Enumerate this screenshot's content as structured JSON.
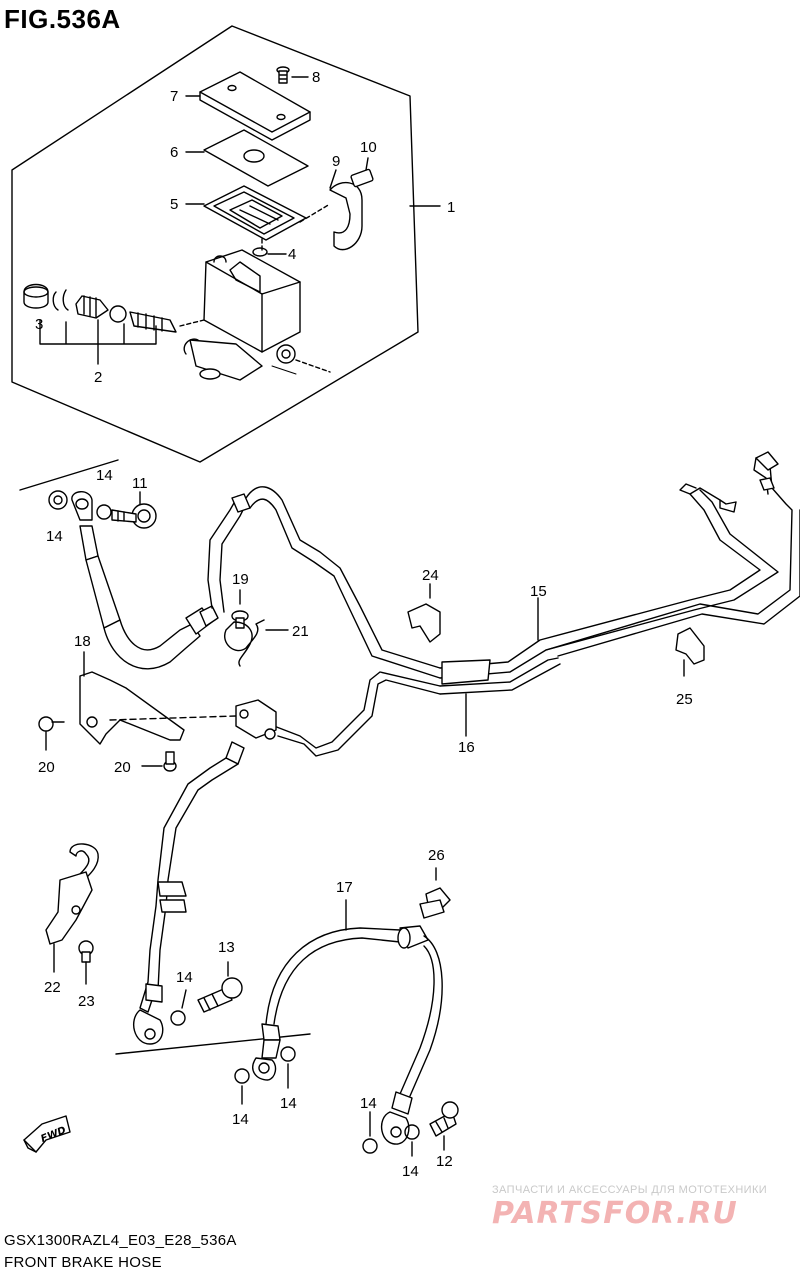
{
  "figure": {
    "title": "FIG.536A",
    "footer_code": "GSX1300RAZL4_E03_E28_536A",
    "footer_title": "FRONT BRAKE HOSE"
  },
  "callouts": {
    "c1": "1",
    "c2": "2",
    "c3": "3",
    "c4": "4",
    "c5": "5",
    "c6": "6",
    "c7": "7",
    "c8": "8",
    "c9": "9",
    "c10": "10",
    "c11": "11",
    "c12": "12",
    "c13": "13",
    "c14a": "14",
    "c14b": "14",
    "c14c": "14",
    "c14d": "14",
    "c14e": "14",
    "c14f": "14",
    "c14g": "14",
    "c15": "15",
    "c16": "16",
    "c17": "17",
    "c18": "18",
    "c19": "19",
    "c20a": "20",
    "c20b": "20",
    "c21": "21",
    "c22": "22",
    "c23": "23",
    "c24": "24",
    "c25": "25",
    "c26": "26"
  },
  "fwd_label": "FWD",
  "watermark": {
    "tagline": "ЗАПЧАСТИ И АКСЕССУАРЫ ДЛЯ МОТОТЕХНИКИ",
    "logo": "PARTSFOR.RU"
  }
}
